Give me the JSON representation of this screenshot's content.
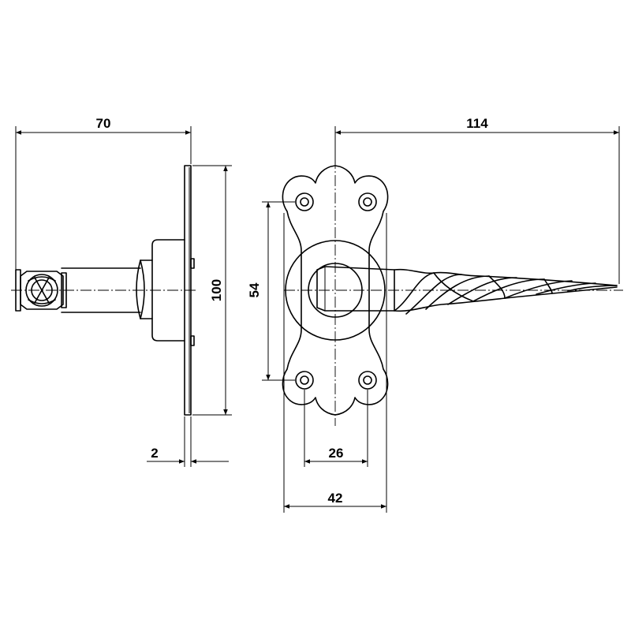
{
  "dimensions": {
    "overall_depth": "70",
    "overall_length": "114",
    "plate_height": "100",
    "hole_spacing_vertical": "54",
    "plate_thickness": "2",
    "hole_spacing_horizontal": "26",
    "plate_width": "42"
  }
}
